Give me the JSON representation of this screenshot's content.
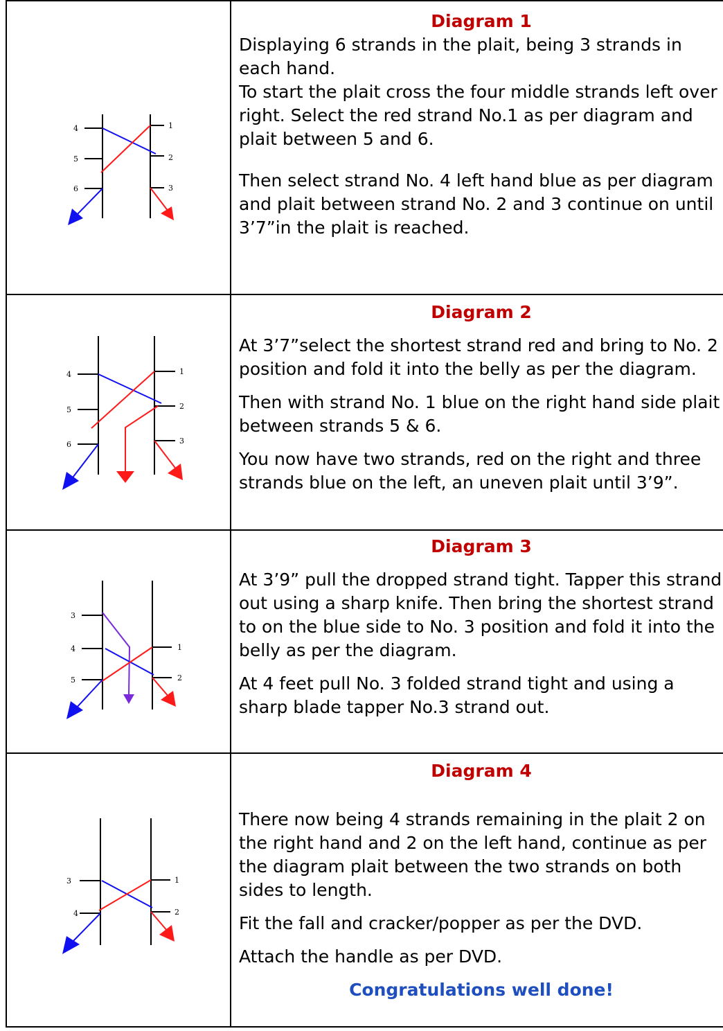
{
  "colors": {
    "red": "#ff1a1a",
    "blue": "#1010f0",
    "purple": "#7a2ad8",
    "heading": "#c00000",
    "congrats": "#1f4fbf"
  },
  "sections": [
    {
      "heading": "Diagram 1",
      "paragraphs": [
        "Displaying 6 strands in the plait, being 3 strands in each hand.",
        "To start the plait cross the four middle strands left over right. Select the red strand No.1 as per diagram and plait between 5 and 6.",
        "Then select strand No. 4 left hand blue as per diagram and plait between strand No. 2 and 3 continue on until 3’7”in the plait is reached."
      ],
      "labels": [
        "4",
        "5",
        "6",
        "1",
        "2",
        "3"
      ]
    },
    {
      "heading": "Diagram 2",
      "paragraphs": [
        "At 3’7”select the shortest strand red and bring to No. 2 position and fold it into the belly as per the diagram.",
        "Then with strand No. 1 blue on the right hand side plait between strands 5 & 6.",
        "You now have two strands, red on the right and three strands blue on the left, an uneven plait until 3’9”."
      ],
      "labels": [
        "4",
        "5",
        "6",
        "1",
        "2",
        "3"
      ]
    },
    {
      "heading": "Diagram 3",
      "paragraphs": [
        "At 3’9” pull the dropped strand tight. Tapper this strand out using a sharp knife. Then bring the shortest strand to on the blue side to No. 3 position and fold it into the belly as per the diagram.",
        "At 4 feet pull No. 3 folded strand tight and using a sharp blade tapper No.3 strand out."
      ],
      "labels": [
        "3",
        "4",
        "5",
        "1",
        "2"
      ]
    },
    {
      "heading": "Diagram 4",
      "paragraphs": [
        "There now being 4 strands remaining in the plait 2 on the right hand and 2 on the left hand, continue as per the diagram plait between the two strands on both sides to length.",
        "Fit the fall and cracker/popper as per the DVD.",
        "Attach the handle as per DVD."
      ],
      "labels": [
        "3",
        "4",
        "1",
        "2"
      ],
      "closing": "Congratulations well done!"
    }
  ]
}
